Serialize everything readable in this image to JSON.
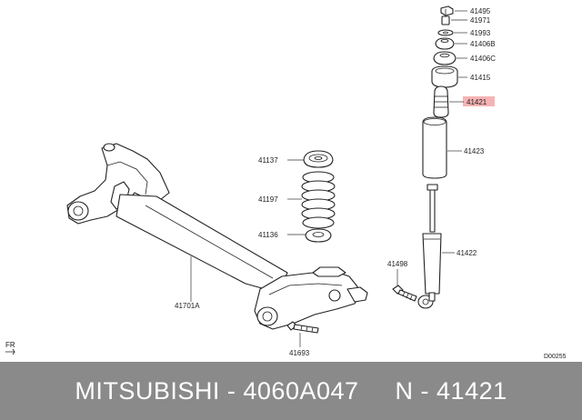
{
  "part_labels": {
    "p41495": "41495",
    "p41971": "41971",
    "p41993": "41993",
    "p41406B": "41406B",
    "p41406C": "41406C",
    "p41415": "41415",
    "p41421": "41421",
    "p41423": "41423",
    "p41137": "41137",
    "p41197": "41197",
    "p41136": "41136",
    "p41422": "41422",
    "p41498": "41498",
    "p41701A": "41701A",
    "p41693": "41693"
  },
  "front_marker": "FR",
  "diagram_code": "D00255",
  "highlight_color": "#f4a6a6",
  "footer": {
    "brand": "MITSUBISHI",
    "separator1": " - ",
    "part_number": "4060A047",
    "gap": "     ",
    "prefix": "N",
    "separator2": " - ",
    "ref_number": "41421"
  }
}
